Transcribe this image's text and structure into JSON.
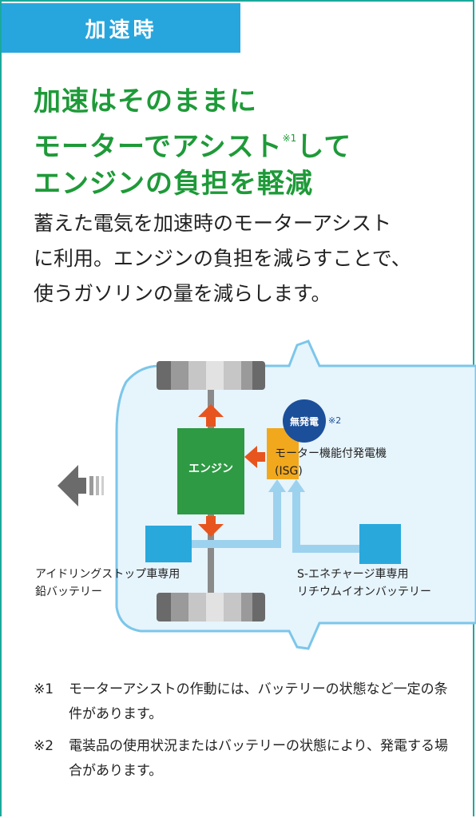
{
  "tab": {
    "label": "加速時"
  },
  "headline": {
    "line1": "加速はそのままに",
    "line2": "モーターでアシスト",
    "line2_sup": "※1",
    "line2_tail": "して",
    "line3": "エンジンの負担を軽減"
  },
  "body": {
    "line1": "蓄えた電気を加速時のモーターアシスト",
    "line2": "に利用。エンジンの負担を減らすことで、",
    "line3": "使うガソリンの量を減らします。"
  },
  "diagram": {
    "engine_label": "エンジン",
    "badge_label": "無発電",
    "badge_note": "※2",
    "isg_label_1": "モーター機能付発電機",
    "isg_label_2": "(ISG)",
    "lead_battery_label_1": "アイドリングストップ車専用",
    "lead_battery_label_2": "鉛バッテリー",
    "li_battery_label_1": "S-エネチャージ車専用",
    "li_battery_label_2": "リチウムイオンバッテリー",
    "colors": {
      "engine": "#2e9a44",
      "isg": "#f2a81d",
      "battery": "#29a8dc",
      "arrow_red": "#e8541e",
      "flow_blue": "#9dd2ee",
      "car_fill": "#e6f4fc",
      "car_outline": "#7cc6ea",
      "direction_arrow": "#6b6b6b"
    }
  },
  "notes": [
    {
      "mark": "※1",
      "text": "モーターアシストの作動には、バッテリーの状態など一定の条件があります。"
    },
    {
      "mark": "※2",
      "text": "電装品の使用状況またはバッテリーの状態により、発電する場合があります。"
    }
  ]
}
